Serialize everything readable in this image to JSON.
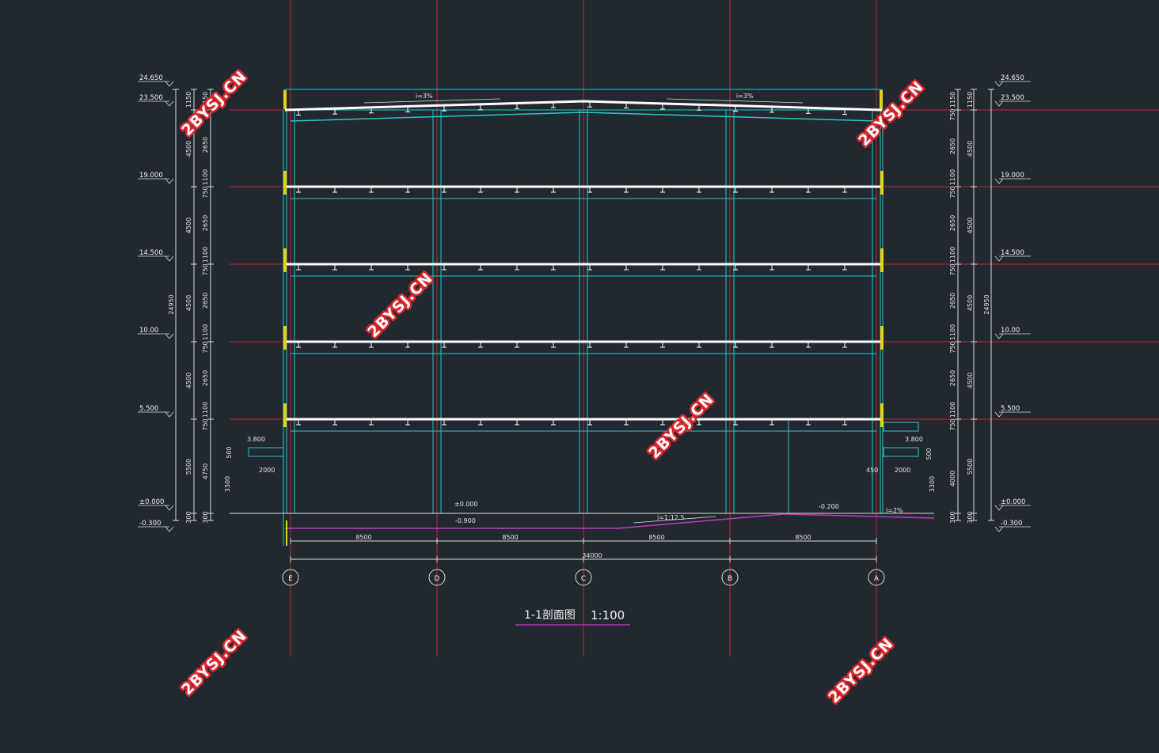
{
  "title": "1-1剖面图",
  "scale": "1:100",
  "axes": [
    "E",
    "D",
    "C",
    "B",
    "A"
  ],
  "bay_dims": [
    "8500",
    "8500",
    "8500",
    "8500"
  ],
  "total_dim": "34000",
  "elevations_left": [
    "24.650",
    "23.500",
    "19.000",
    "14.500",
    "10.00",
    "5.500",
    "±0.000",
    "-0.300"
  ],
  "elevations_right": [
    "24.650",
    "23.500",
    "19.000",
    "14.500",
    "10.00",
    "5.500",
    "±0.000",
    "-0.300"
  ],
  "canopy": {
    "elev": "3.800",
    "depth": "2000",
    "thick": "500",
    "height": "3300"
  },
  "slopes": {
    "roof_left": "i=3%",
    "roof_right": "i=3%",
    "ramp": "i=1:12.5",
    "apron": "i=2%"
  },
  "ground": {
    "inner": "±0.000",
    "pit": "-0.900",
    "right": "-0.200",
    "offset": "450"
  },
  "left_dims": {
    "outer_total": "24950",
    "storey": [
      "1150",
      "4500",
      "4500",
      "4500",
      "4500",
      "5500",
      "300"
    ],
    "inner": [
      "1150",
      "2650",
      "1100",
      "750",
      "2650",
      "1100",
      "750",
      "2650",
      "1100",
      "750",
      "2650",
      "1100",
      "750",
      "4750",
      "300"
    ]
  },
  "right_dims": {
    "outer_total": "24950",
    "storey": [
      "1150",
      "4500",
      "4500",
      "4500",
      "4500",
      "5500",
      "300"
    ],
    "inner": [
      "1150",
      "750",
      "2650",
      "1100",
      "750",
      "2650",
      "1100",
      "750",
      "2650",
      "1100",
      "750",
      "2650",
      "1100",
      "750",
      "4000",
      "300"
    ]
  },
  "watermark": "2BYSJ.CN",
  "colors": {
    "background": "#212830",
    "axis": "#c8232b",
    "structure": "#29c7c7",
    "slab": "#ffffff",
    "dimension": "#dcdcdc",
    "accent": "#e3d418",
    "ground": "#c33bc3"
  }
}
